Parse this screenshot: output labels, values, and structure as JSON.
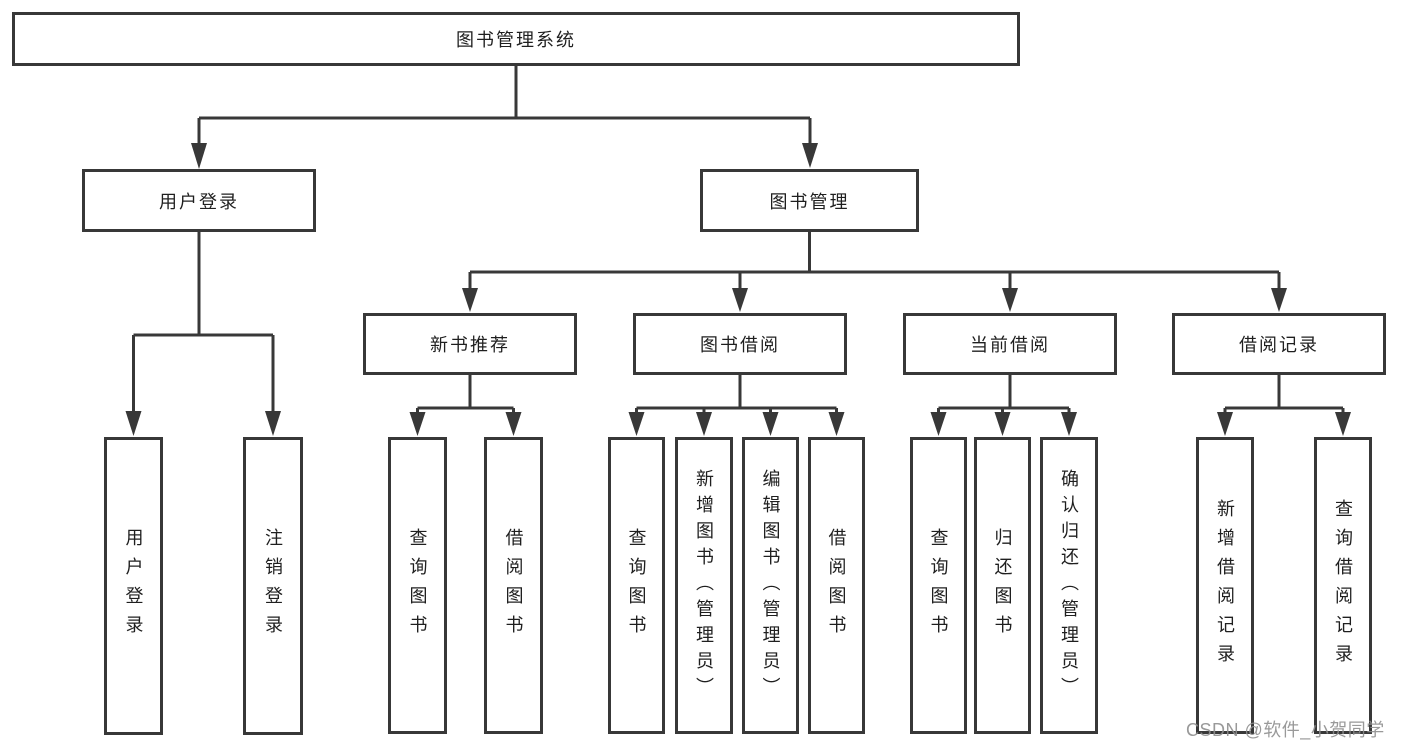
{
  "diagram": {
    "root": {
      "label": "图书管理系统",
      "children": [
        {
          "label": "用户登录",
          "children": [
            {
              "label": "用户登录"
            },
            {
              "label": "注销登录"
            }
          ]
        },
        {
          "label": "图书管理",
          "children": [
            {
              "label": "新书推荐",
              "children": [
                {
                  "label": "查询图书"
                },
                {
                  "label": "借阅图书"
                }
              ]
            },
            {
              "label": "图书借阅",
              "children": [
                {
                  "label": "查询图书"
                },
                {
                  "label": "新增图书（管理员）"
                },
                {
                  "label": "编辑图书（管理员）"
                },
                {
                  "label": "借阅图书"
                }
              ]
            },
            {
              "label": "当前借阅",
              "children": [
                {
                  "label": "查询图书"
                },
                {
                  "label": "归还图书"
                },
                {
                  "label": "确认归还（管理员）"
                }
              ]
            },
            {
              "label": "借阅记录",
              "children": [
                {
                  "label": "新增借阅记录"
                },
                {
                  "label": "查询借阅记录"
                }
              ]
            }
          ]
        }
      ]
    }
  },
  "colors": {
    "line": "#383838",
    "box_border": "#383838",
    "text": "#1f1f1f",
    "background": "#ffffff",
    "watermark": "#8f8f8f"
  },
  "watermark": "CSDN @软件_小贺同学"
}
